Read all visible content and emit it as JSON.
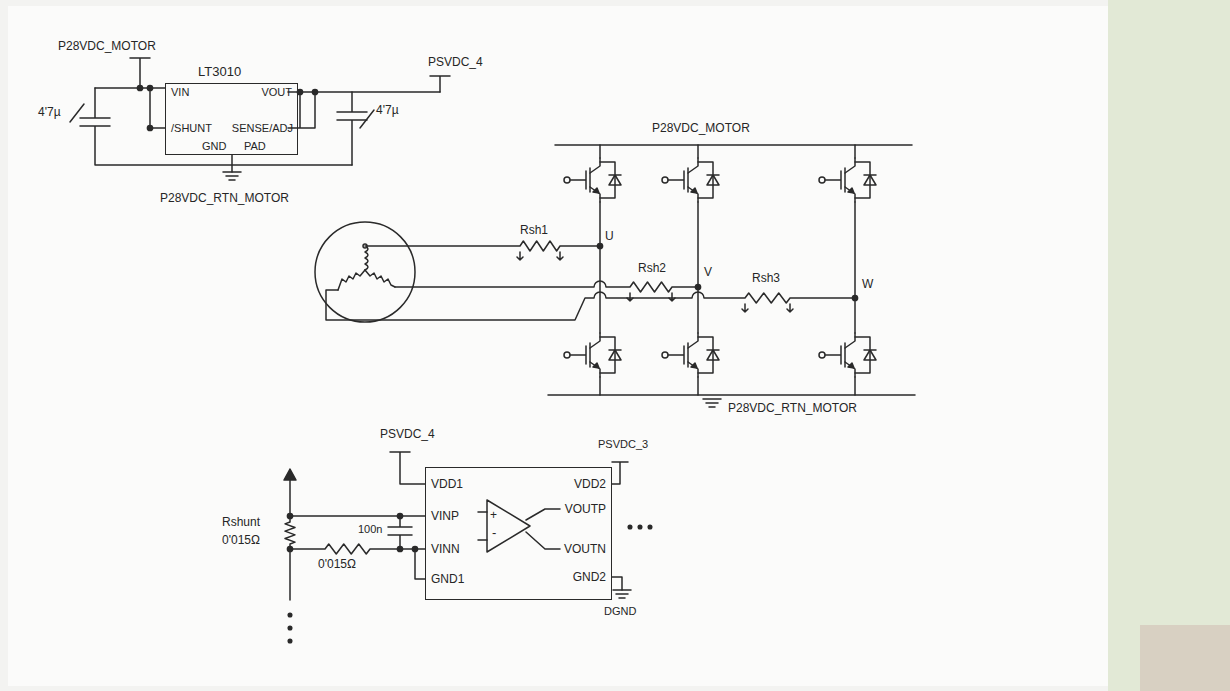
{
  "diagram": {
    "nodes": [
      {
        "text": [
          "LT3010",
          "VIN",
          "/SHUNT",
          "VOUT",
          "SENSE/ADJ",
          "GND",
          "PAD"
        ]
      },
      {
        "text": [
          "VDD1",
          "VINP",
          "VINN",
          "GND1",
          "VDD2",
          "VOUTP",
          "VOUTN",
          "GND2"
        ]
      }
    ],
    "labels": [
      "P28VDC_MOTOR",
      "4'7µ",
      "4'7µ",
      "PSVDC_4",
      "P28VDC_RTN_MOTOR",
      "P28VDC_MOTOR",
      "Rsh1",
      "U",
      "Rsh2",
      "V",
      "Rsh3",
      "W",
      "P28VDC_RTN_MOTOR",
      "PSVDC_4",
      "PSVDC_3",
      "DGND",
      "Rshunt",
      "0'015Ω",
      "100n",
      "0'015Ω",
      "+",
      "-"
    ]
  }
}
